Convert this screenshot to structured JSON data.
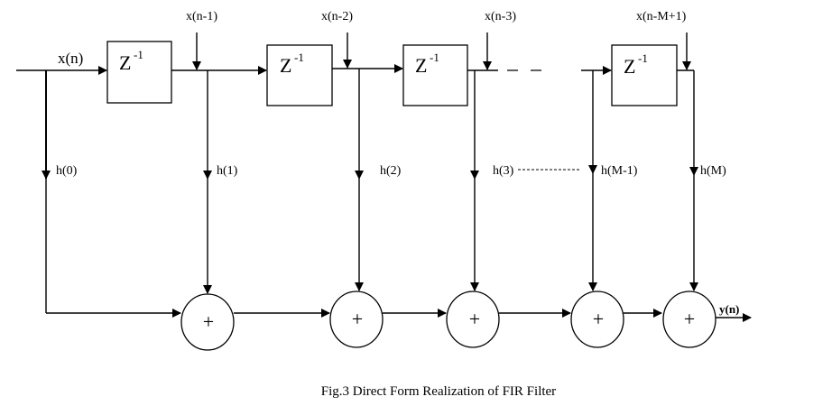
{
  "diagram": {
    "title": "Direct Form Realization of FIR Filter",
    "caption": "Fig.3 Direct Form Realization of FIR Filter",
    "input_label": "x(n)",
    "output_label": "y(n)",
    "delay_blocks": [
      {
        "base": "Z",
        "exp": "-1"
      },
      {
        "base": "Z",
        "exp": "-1"
      },
      {
        "base": "Z",
        "exp": "-1"
      },
      {
        "base": "Z",
        "exp": "-1"
      }
    ],
    "delayed_signals": [
      "x(n-1)",
      "x(n-2)",
      "x(n-3)",
      "x(n-M+1)"
    ],
    "coefficients": [
      "h(0)",
      "h(1)",
      "h(2)",
      "h(3)",
      "h(M-1)",
      "h(M)"
    ],
    "adders": [
      "+",
      "+",
      "+",
      "+",
      "+"
    ]
  }
}
